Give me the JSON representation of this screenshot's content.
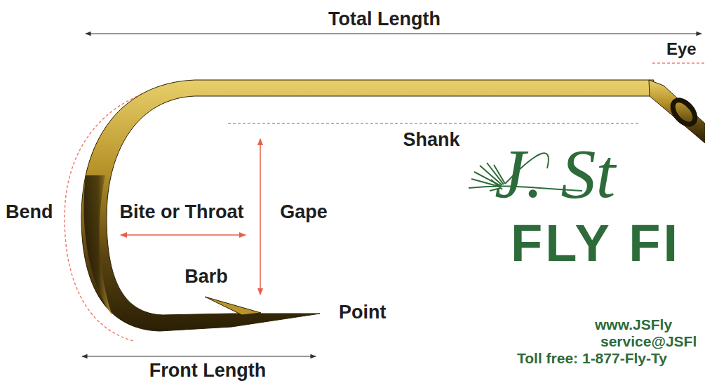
{
  "diagram": {
    "labels": [
      "Total Length",
      "Eye",
      "Shank",
      "Bend",
      "Bite or Throat",
      "Gape",
      "Barb",
      "Point",
      "Front Length",
      "J. St",
      "FLY FI",
      "www.JSFly",
      "service@JSFl",
      "Toll free: 1-877-Fly-Ty"
    ]
  }
}
